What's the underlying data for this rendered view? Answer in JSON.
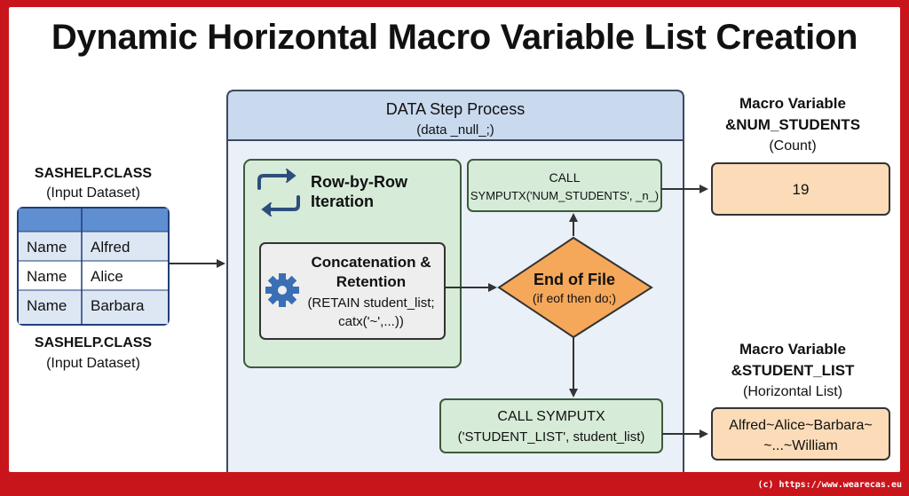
{
  "title": "Dynamic Horizontal Macro Variable List Creation",
  "footer": "(c) https://www.wearecas.eu",
  "input_top": {
    "title": "SASHELP.CLASS",
    "subtitle": "(Input Dataset)"
  },
  "input_bottom": {
    "title": "SASHELP.CLASS",
    "subtitle": "(Input Dataset)"
  },
  "table": {
    "rows": [
      [
        "Name",
        "Alfred"
      ],
      [
        "Name",
        "Alice"
      ],
      [
        "Name",
        "Barbara"
      ]
    ]
  },
  "data_step": {
    "title": "DATA Step Process",
    "subtitle": "(data _null_;)"
  },
  "iteration": {
    "line1": "Row-by-Row",
    "line2": "Iteration"
  },
  "concat": {
    "line1": "Concatenation &",
    "line2": "Retention",
    "line3": "(RETAIN student_list;",
    "line4": "catx('~',...))"
  },
  "call_num": {
    "line1": "CALL",
    "line2": "SYMPUTX('NUM_STUDENTS', _n_)"
  },
  "eof": {
    "line1": "End of File",
    "line2": "(if eof then do;)"
  },
  "call_list": {
    "line1": "CALL SYMPUTX",
    "line2": "('STUDENT_LIST', student_list)"
  },
  "macro_num": {
    "line1": "Macro Variable",
    "line2": "&NUM_STUDENTS",
    "line3": "(Count)",
    "value": "19"
  },
  "macro_list": {
    "line1": "Macro Variable",
    "line2": "&STUDENT_LIST",
    "line3": "(Horizontal List)",
    "value_line1": "Alfred~Alice~Barbara~",
    "value_line2": "~...~William"
  },
  "colors": {
    "border": "#c8151b",
    "data_step_fill": "#eaf0f8",
    "data_step_header": "#c9d9ee",
    "green_fill": "#d6ebd8",
    "green_stroke": "#3c5a3c",
    "diamond_fill": "#f5a85a",
    "macro_fill": "#fcdcb8",
    "table_header": "#5f8fd0",
    "table_row": "#dde7f4"
  }
}
